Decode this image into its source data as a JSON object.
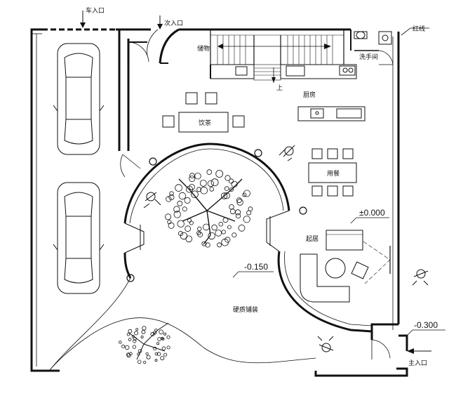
{
  "labels": {
    "car_entrance": "车入口",
    "secondary_entrance": "次入口",
    "red_line": "红线",
    "storage": "储物",
    "restroom": "洗手间",
    "up": "上",
    "kitchen": "厨房",
    "tea": "饮茶",
    "dining": "用餐",
    "living": "起居",
    "paving": "硬质铺装",
    "main_entrance": "主入口"
  },
  "levels": {
    "living": "±0.000",
    "courtyard": "-0.150",
    "entrance": "-0.300"
  },
  "colors": {
    "line": "#111111",
    "background": "#ffffff"
  }
}
